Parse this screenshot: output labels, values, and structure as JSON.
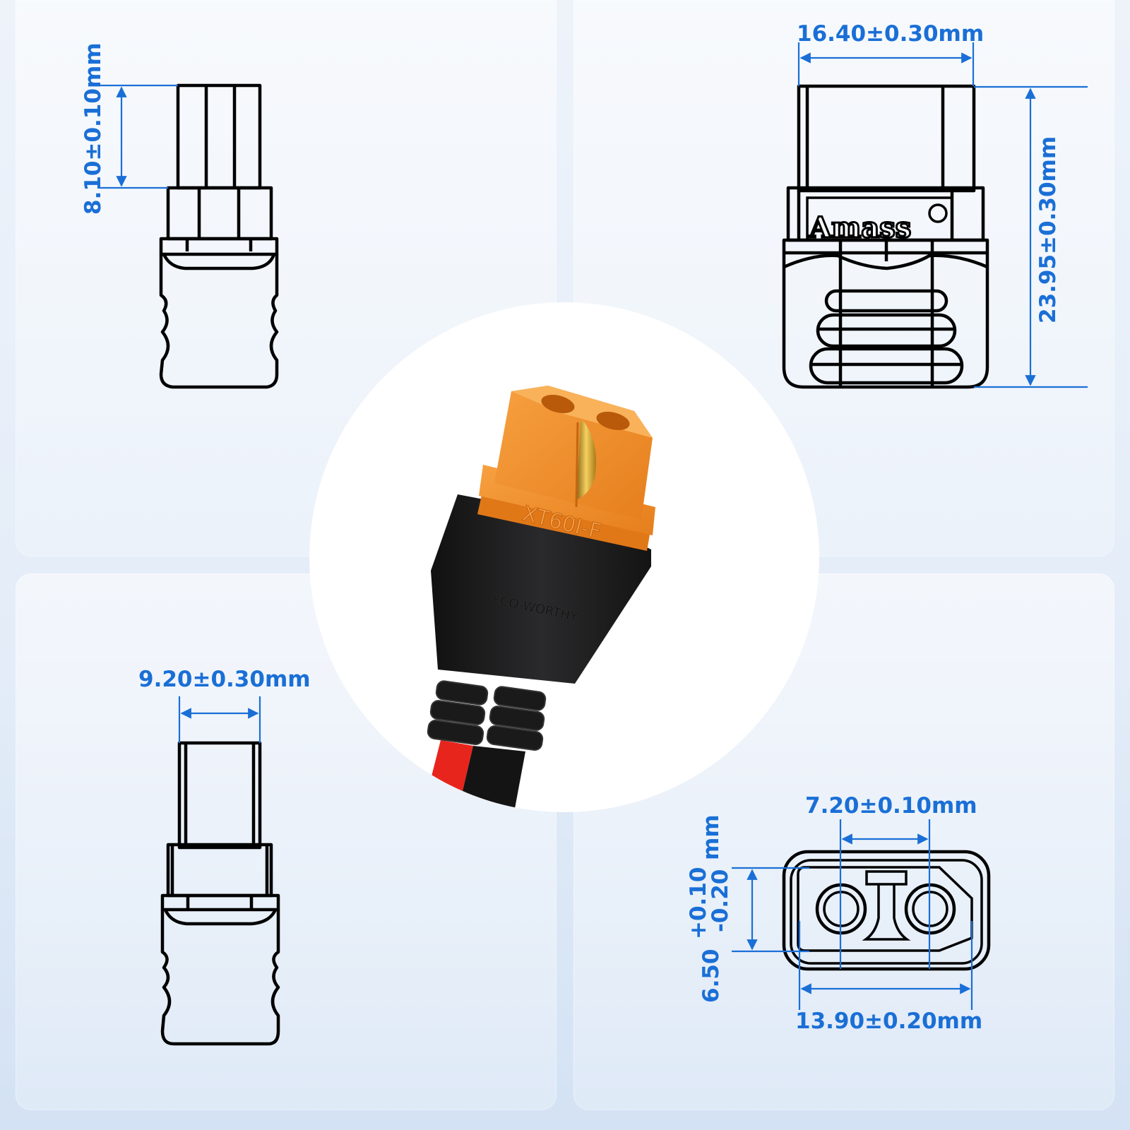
{
  "diagram": {
    "subject": "XT60I-F female connector with cable",
    "colors": {
      "dimension_blue": "#1a6fd6",
      "drawing_line": "#000000",
      "connector_orange": "#f28c28",
      "housing_black": "#1c1c1e",
      "wire_red": "#e8251c",
      "pin_gold": "#d9a520",
      "background": "#e6eef9"
    },
    "views": {
      "side_view_top_left": {
        "dimension": "8.10±0.10mm",
        "orientation": "vertical"
      },
      "front_view_top_right": {
        "width_dimension": "16.40±0.30mm",
        "height_dimension": "23.95±0.30mm",
        "brand_mark": "Amass"
      },
      "side_view_bottom_left": {
        "dimension": "9.20±0.30mm"
      },
      "face_view_bottom_right": {
        "pin_spacing": "7.20±0.10mm",
        "overall_width": "13.90±0.20mm",
        "height_nominal": "6.50",
        "height_tol_plus": "+0.10",
        "height_tol_minus": "-0.20",
        "height_unit": "mm"
      }
    },
    "photo": {
      "connector_marking": "XT60I-F",
      "housing_marking": "ECO-WORTHY"
    }
  }
}
